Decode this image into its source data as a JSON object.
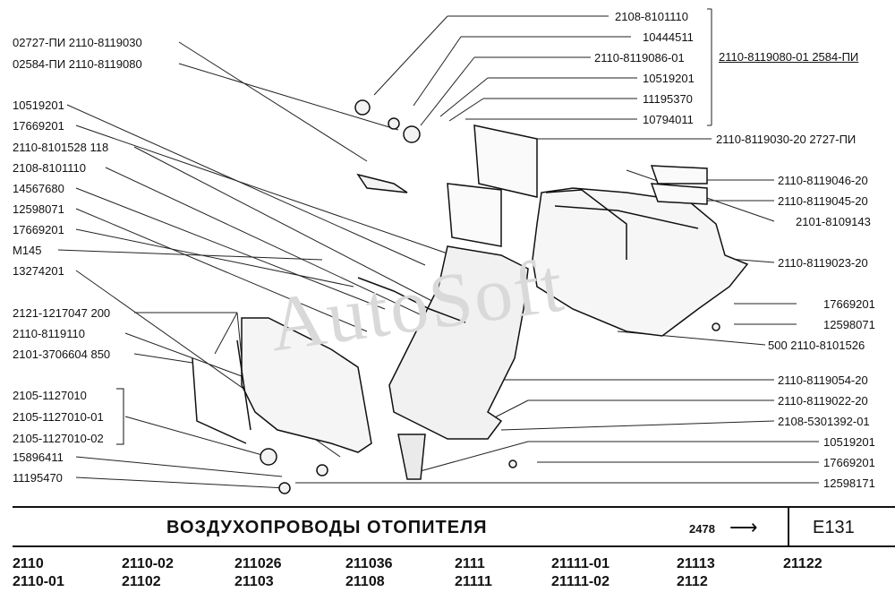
{
  "watermark": "AutoSoft",
  "labels_left": [
    {
      "text": "02727-ПИ  2110-8119030"
    },
    {
      "text": "02584-ПИ  2110-8119080"
    },
    {
      "text": "10519201"
    },
    {
      "text": "17669201"
    },
    {
      "text": "2110-8101528  118"
    },
    {
      "text": "2108-8101110"
    },
    {
      "text": "14567680"
    },
    {
      "text": "12598071"
    },
    {
      "text": "17669201"
    },
    {
      "text": "M145"
    },
    {
      "text": "13274201"
    },
    {
      "text": "2121-1217047  200"
    },
    {
      "text": "2110-8119110"
    },
    {
      "text": "2101-3706604  850"
    },
    {
      "text": "2105-1127010"
    },
    {
      "text": "2105-1127010-01"
    },
    {
      "text": "2105-1127010-02"
    },
    {
      "text": "15896411"
    },
    {
      "text": "11195470"
    }
  ],
  "labels_right_top": [
    {
      "text": "2108-8101110"
    },
    {
      "text": "10444511"
    },
    {
      "text": "2110-8119086-01"
    },
    {
      "text": "10519201"
    },
    {
      "text": "11195370"
    },
    {
      "text": "10794011"
    }
  ],
  "labels_right": [
    {
      "text": "2110-8119080-01  2584-ПИ"
    },
    {
      "text": "2110-8119030-20  2727-ПИ"
    },
    {
      "text": "2110-8119046-20"
    },
    {
      "text": "2110-8119045-20"
    },
    {
      "text": "2101-8109143"
    },
    {
      "text": "2110-8119023-20"
    },
    {
      "text": "17669201"
    },
    {
      "text": "12598071"
    },
    {
      "text": "500  2110-8101526"
    },
    {
      "text": "2110-8119054-20"
    },
    {
      "text": "2110-8119022-20"
    },
    {
      "text": "2108-5301392-01"
    },
    {
      "text": "10519201"
    },
    {
      "text": "17669201"
    },
    {
      "text": "12598171"
    }
  ],
  "footer": {
    "title": "ВОЗДУХОПРОВОДЫ    ОТОПИТЕЛЯ",
    "ref": "2478",
    "code": "E131",
    "models_row1": [
      "2110",
      "2110-02",
      "211026",
      "211036",
      "2111",
      "21111-01",
      "21113",
      "21122"
    ],
    "models_row2": [
      "2110-01",
      "21102",
      "21103",
      "21108",
      "21111",
      "21111-02",
      "2112"
    ]
  }
}
